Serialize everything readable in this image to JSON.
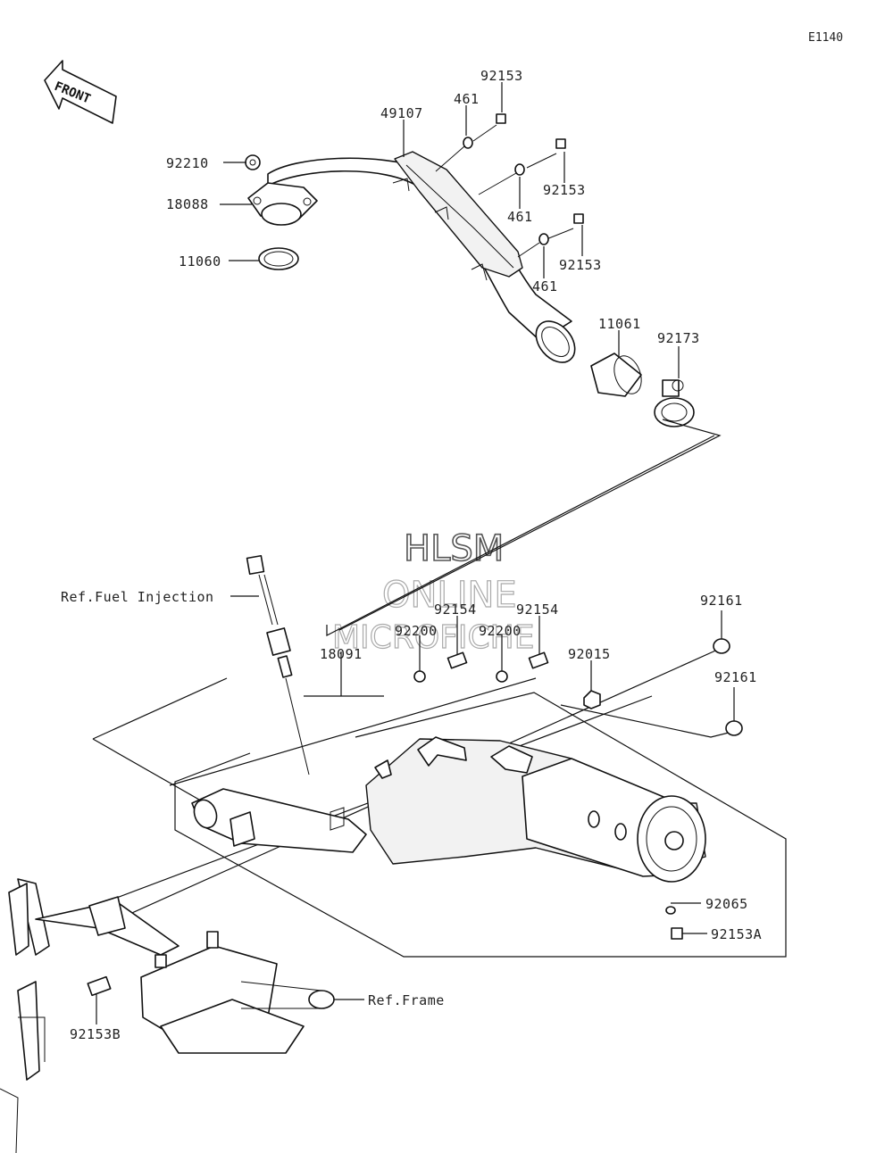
{
  "diagram_code": "E1140",
  "front_label": "FRONT",
  "watermark": {
    "line1": "HLSM",
    "line2": "ONLINE",
    "line3": "MICROFICHE"
  },
  "parts": {
    "p92153_a": "92153",
    "p461_a": "461",
    "p49107": "49107",
    "p92153_b": "92153",
    "p461_b": "461",
    "p92210": "92210",
    "p18088": "18088",
    "p92153_c": "92153",
    "p461_c": "461",
    "p11060": "11060",
    "p11061": "11061",
    "p92173": "92173",
    "p92154_a": "92154",
    "p92154_b": "92154",
    "p92200_a": "92200",
    "p92200_b": "92200",
    "p92015": "92015",
    "p18091": "18091",
    "p92161_a": "92161",
    "p92161_b": "92161",
    "p92065": "92065",
    "p92153A": "92153A",
    "p92153B": "92153B"
  },
  "refs": {
    "fuel_injection": "Ref.Fuel Injection",
    "frame": "Ref.Frame"
  }
}
